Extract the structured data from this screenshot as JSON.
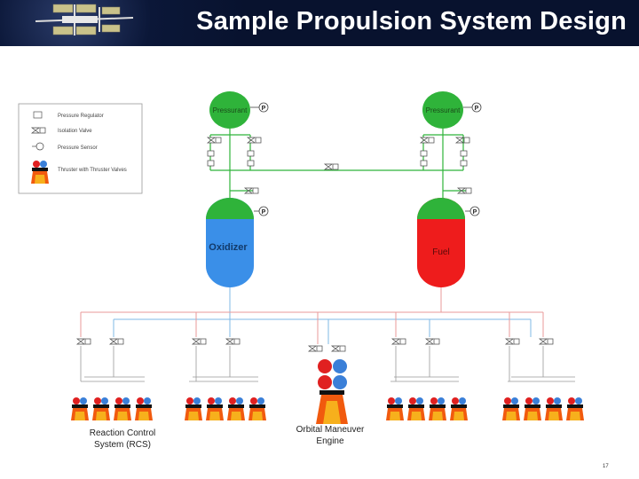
{
  "slide": {
    "title": "Sample Propulsion System Design",
    "page_number": "17"
  },
  "legend": {
    "items": [
      {
        "icon": "pressure-regulator-icon",
        "label": "Pressure Regulator"
      },
      {
        "icon": "isolation-valve-icon",
        "label": "Isolation Valve"
      },
      {
        "icon": "pressure-sensor-icon",
        "label": "Pressure Sensor"
      },
      {
        "icon": "thruster-with-valves-icon",
        "label": "Thruster with Thruster Valves"
      }
    ]
  },
  "tanks": {
    "pressurant_left": "Pressurant",
    "pressurant_right": "Pressurant",
    "oxidizer": "Oxidizer",
    "fuel": "Fuel",
    "sensor_symbol": "P"
  },
  "labels": {
    "rcs_line1": "Reaction Control",
    "rcs_line2": "System (RCS)",
    "ome_line1": "Orbital Maneuver",
    "ome_line2": "Engine"
  },
  "colors": {
    "pressurant": "#2fb33a",
    "oxidizer": "#3a8fe8",
    "fuel": "#ee1c1c",
    "gas_line": "#2fb33a",
    "oxidizer_line": "#7fb8e6",
    "fuel_line": "#e89a9a",
    "header_bg": "#08122e"
  }
}
